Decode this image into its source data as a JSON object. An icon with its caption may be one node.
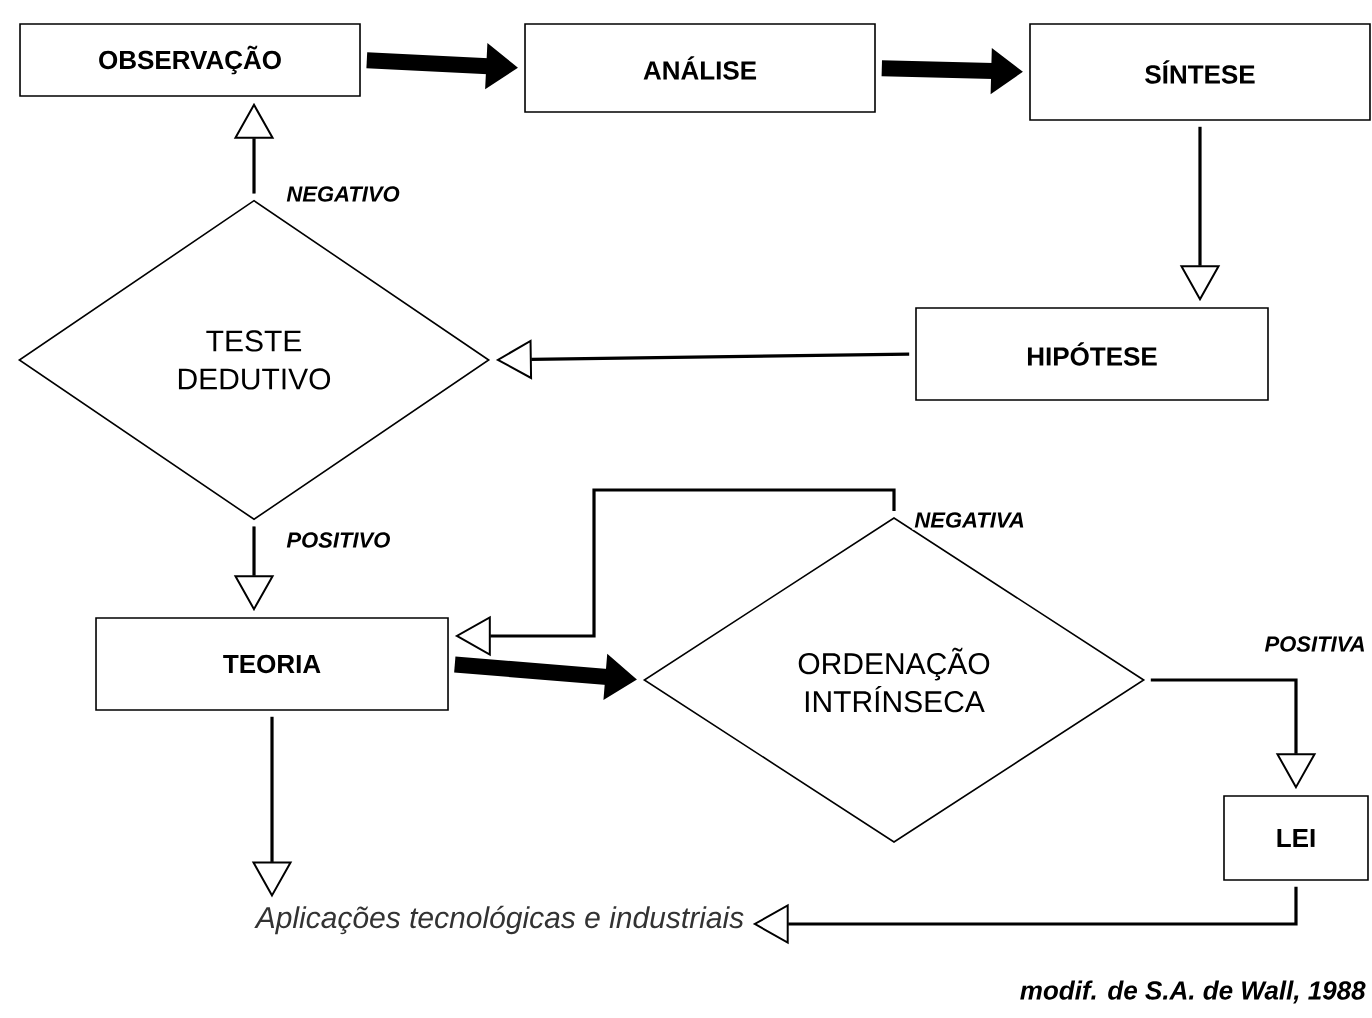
{
  "diagram": {
    "caption": "modif. de S.A. de Wall, 1988",
    "nodes": [
      {
        "text": [
          "OBSERVAÇÃO"
        ]
      },
      {
        "text": [
          "ANÁLISE"
        ]
      },
      {
        "text": [
          "SÍNTESE"
        ]
      },
      {
        "text": [
          "TESTE DEDUTIVO"
        ]
      },
      {
        "text": [
          "HIPÓTESE"
        ]
      },
      {
        "text": [
          "TEORIA"
        ]
      },
      {
        "text": [
          "ORDENAÇÃO INTRÍNSECA"
        ]
      },
      {
        "text": [
          "LEI"
        ]
      },
      {
        "text": [
          "Aplicações tecnológicas e industriais"
        ]
      }
    ],
    "edges": [
      {
        "from": 0,
        "to": 1,
        "arrow": "to",
        "style": "thick"
      },
      {
        "from": 1,
        "to": 2,
        "arrow": "to",
        "style": "thick"
      },
      {
        "from": 2,
        "to": 4,
        "arrow": "to"
      },
      {
        "from": 4,
        "to": 3,
        "arrow": "to"
      },
      {
        "from": 3,
        "to": 0,
        "arrow": "to",
        "label": "NEGATIVO"
      },
      {
        "from": 3,
        "to": 5,
        "arrow": "to",
        "label": "POSITIVO"
      },
      {
        "from": 5,
        "to": 6,
        "arrow": "to",
        "style": "thick"
      },
      {
        "from": 6,
        "to": 5,
        "arrow": "to",
        "label": "NEGATIVA"
      },
      {
        "from": 6,
        "to": 7,
        "arrow": "to",
        "label": "POSITIVA"
      },
      {
        "from": 7,
        "to": 8,
        "arrow": "to"
      },
      {
        "from": 5,
        "to": 8,
        "arrow": "to"
      }
    ]
  }
}
